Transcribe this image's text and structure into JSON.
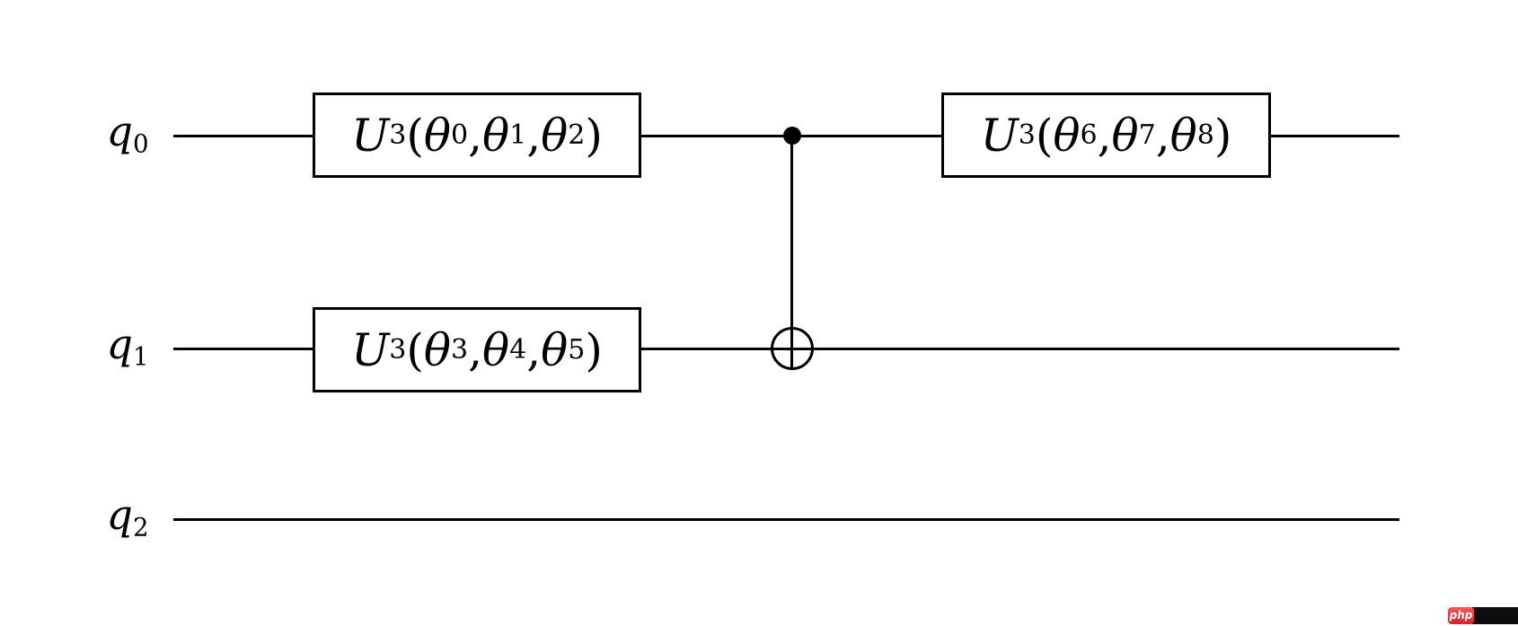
{
  "figure": {
    "type": "quantum-circuit-diagram",
    "background_color": "#ffffff",
    "line_color": "#000000",
    "num_qubits": 3
  },
  "circuit": {
    "qubits": [
      {
        "label": "q_0"
      },
      {
        "label": "q_1"
      },
      {
        "label": "q_2"
      }
    ],
    "gates": [
      {
        "qubit": 0,
        "column": 1,
        "label": "U_3(θ_0, θ_1, θ_2)"
      },
      {
        "qubit": 1,
        "column": 1,
        "label": "U_3(θ_3, θ_4, θ_5)"
      },
      {
        "qubit": 0,
        "column": 3,
        "label": "U_3(θ_6, θ_7, θ_8)"
      }
    ],
    "cnot": {
      "control_qubit": 0,
      "target_qubit": 1,
      "column": 2
    }
  },
  "watermark": {
    "brand_label": "php",
    "accent_color": "#d4242c",
    "box_color": "#0d0d0d"
  }
}
